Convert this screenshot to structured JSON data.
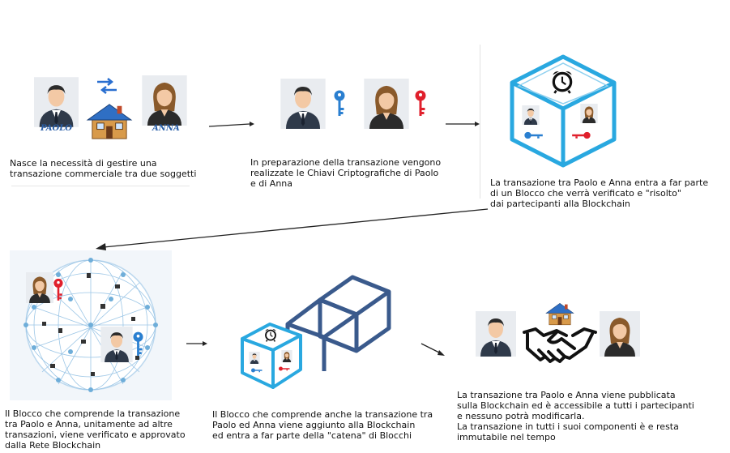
{
  "steps": [
    {
      "caption": [
        "Nasce la necessità di gestire una",
        "transazione commerciale tra due soggetti"
      ]
    },
    {
      "caption": [
        "In preparazione della transazione vengono",
        "realizzate le Chiavi Criptografiche di Paolo",
        "e di Anna"
      ]
    },
    {
      "caption": [
        "La transazione tra Paolo e Anna entra a far parte",
        "di un Blocco che verrà verificato e \"risolto\"",
        "dai partecipanti alla Blockchain"
      ]
    },
    {
      "caption": [
        "Il Blocco che comprende la transazione",
        "tra Paolo e Anna, unitamente ad altre",
        "transazioni, viene verificato e approvato",
        "dalla Rete Blockchain"
      ]
    },
    {
      "caption": [
        "Il Blocco che comprende anche la transazione tra",
        "Paolo ed Anna viene aggiunto alla Blockchain",
        "ed entra a far parte della \"catena\" di Blocchi"
      ]
    },
    {
      "caption": [
        "La transazione tra Paolo e Anna viene pubblicata",
        "sulla Blockchain ed è accessibile a tutti i partecipanti",
        "e nessuno potrà modificarla.",
        "La transazione in tutti i suoi componenti è e resta",
        "immutabile nel tempo"
      ]
    }
  ],
  "labels": {
    "paolo": "PAOLO",
    "anna": "ANNA"
  },
  "colors": {
    "cube": "#29a8e0",
    "chain": "#3a5a8c",
    "key_blue": "#2a7fd0",
    "key_red": "#e0202c",
    "suit": "#2f3a4a",
    "skin": "#f3c9a5"
  }
}
